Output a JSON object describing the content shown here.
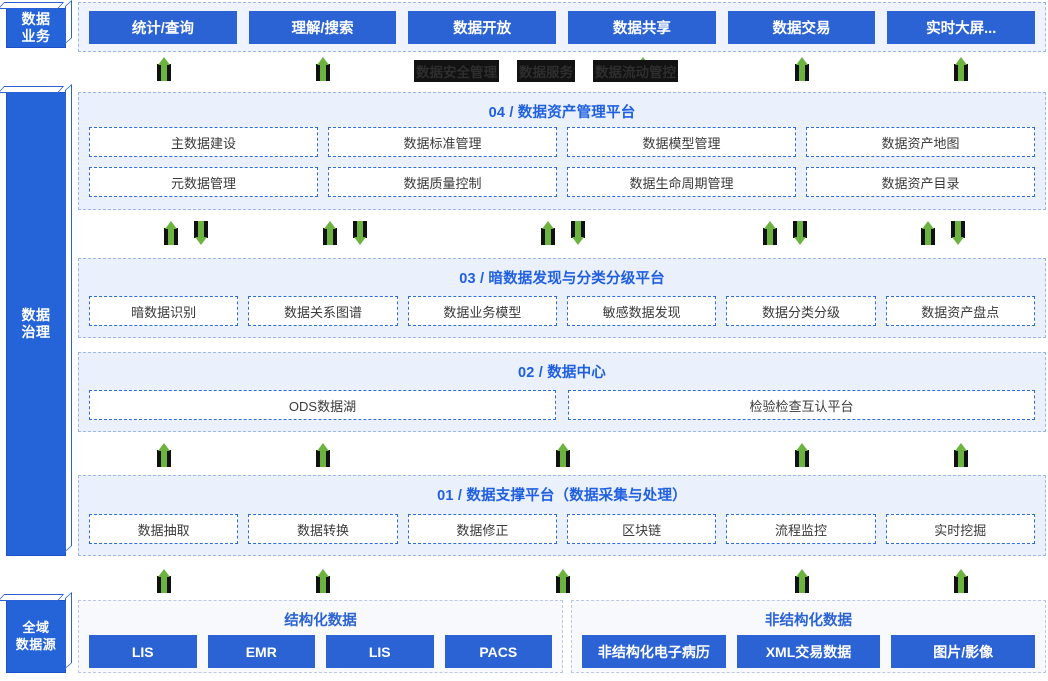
{
  "rails": [
    {
      "id": "business",
      "label": "数据\n业务",
      "line1": "数据",
      "line2": "业务"
    },
    {
      "id": "governance",
      "label": "数据治理",
      "line1": "数据",
      "line2": "治理"
    },
    {
      "id": "sources",
      "label": "全域数据源",
      "line1": "全域",
      "line2": "数据源"
    }
  ],
  "business_row": {
    "items": [
      {
        "label": "统计/查询"
      },
      {
        "label": "理解/搜索"
      },
      {
        "label": "数据开放"
      },
      {
        "label": "数据共享"
      },
      {
        "label": "数据交易"
      },
      {
        "label": "实时大屏..."
      }
    ]
  },
  "highlighted_labels": [
    "数据安全管理",
    "数据服务",
    "数据流动管控"
  ],
  "layers": [
    {
      "id": "layer-04",
      "title": "04 / 数据资产管理平台",
      "rows": [
        [
          "主数据建设",
          "数据标准管理",
          "数据模型管理",
          "数据资产地图"
        ],
        [
          "元数据管理",
          "数据质量控制",
          "数据生命周期管理",
          "数据资产目录"
        ]
      ]
    },
    {
      "id": "layer-03",
      "title": "03 / 暗数据发现与分类分级平台",
      "rows": [
        [
          "暗数据识别",
          "数据关系图谱",
          "数据业务模型",
          "敏感数据发现",
          "数据分类分级",
          "数据资产盘点"
        ]
      ]
    },
    {
      "id": "layer-02",
      "title": "02 / 数据中心",
      "rows": [
        [
          "ODS数据湖",
          "检验检查互认平台"
        ]
      ]
    },
    {
      "id": "layer-01",
      "title": "01 / 数据支撑平台（数据采集与处理）",
      "rows": [
        [
          "数据抽取",
          "数据转换",
          "数据修正",
          "区块链",
          "流程监控",
          "实时挖掘"
        ]
      ]
    }
  ],
  "source_groups": [
    {
      "id": "structured",
      "title": "结构化数据",
      "items": [
        "LIS",
        "EMR",
        "LIS",
        "PACS"
      ]
    },
    {
      "id": "unstructured",
      "title": "非结构化数据",
      "items": [
        "非结构化电子病历",
        "XML交易数据",
        "图片/影像"
      ]
    }
  ],
  "colors": {
    "brand_blue": "#2b63d4",
    "title_blue": "#1f5fe0",
    "band_bg": "#eaf0fc",
    "arrow_green": "#6db33f",
    "arrow_black": "#111111"
  },
  "icons": {
    "arrow_up": "arrow-up-icon",
    "arrow_down": "arrow-down-icon"
  }
}
